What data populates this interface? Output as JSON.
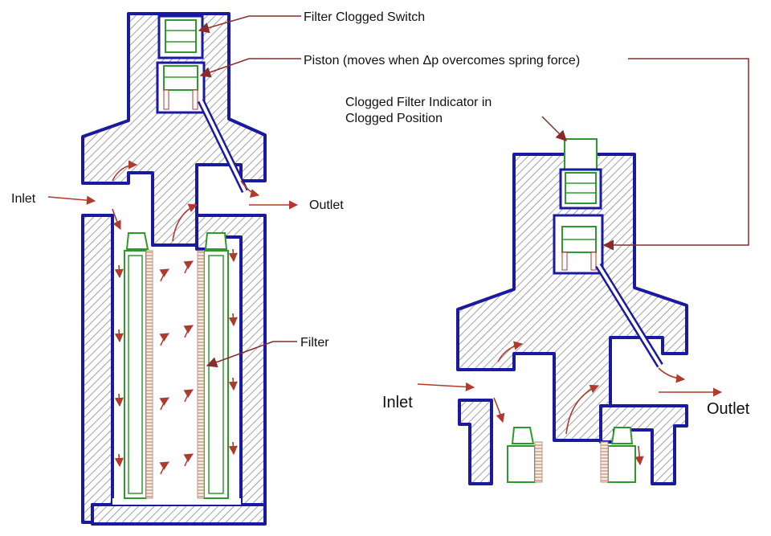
{
  "labels": {
    "filter_clogged_switch": "Filter Clogged Switch",
    "piston": "Piston (moves when Δp overcomes spring force)",
    "indicator_line1": "Clogged Filter Indicator in",
    "indicator_line2": "Clogged Position",
    "filter": "Filter",
    "inlet_left": "Inlet",
    "outlet_left": "Outlet",
    "inlet_right": "Inlet",
    "outlet_right": "Outlet"
  },
  "colors": {
    "housing_outline": "#1a1aa0",
    "hatch": "#7a7a7a",
    "filter_element": "#2e9a2e",
    "filter_media": "#c89a8a",
    "flow_arrow": "#b03a2e",
    "callout": "#8b2a2a",
    "piston": "#2e9a2e"
  },
  "icons": {
    "flow": "flow-arrow-icon",
    "callout": "callout-arrow-icon"
  }
}
